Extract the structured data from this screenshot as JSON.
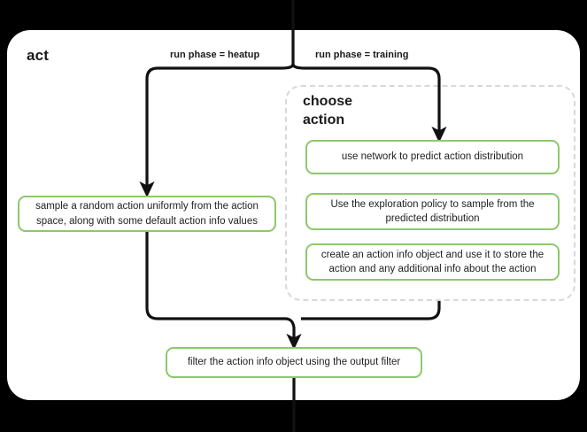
{
  "diagram": {
    "title": "act",
    "subgroup_title": "choose\naction",
    "colors": {
      "process_border": "#8cc96a",
      "group_border": "#d8d8d8",
      "edge": "#111111",
      "background": "#ffffff",
      "canvas": "#000000",
      "text": "#1f1f1f"
    },
    "edge_labels": {
      "left_branch": "run phase = heatup",
      "right_branch": "run phase = training"
    },
    "nodes": {
      "sample_random": "sample a random action uniformly from the action space, along with some default action info values",
      "use_network": "use network to predict action distribution",
      "exploration_policy": "Use the exploration policy to sample from the predicted distribution",
      "create_action_info": "create an action info object and use it to store the action and any additional info about the action",
      "filter_output": "filter the action info object using the output filter"
    }
  }
}
